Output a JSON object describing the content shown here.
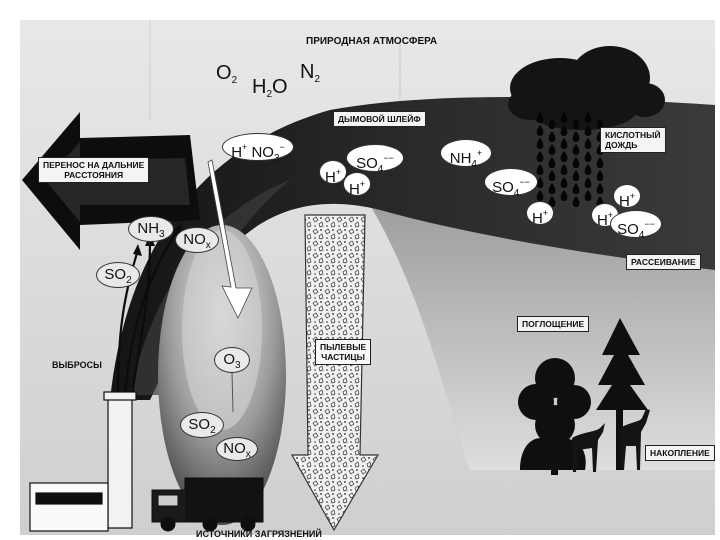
{
  "title": "ПРИРОДНАЯ АТМОСФЕРА",
  "labels": {
    "plume": "ДЫМОВОЙ ШЛЕЙФ",
    "long_range_line1": "ПЕРЕНОС НА ДАЛЬНИЕ",
    "long_range_line2": "РАССТОЯНИЯ",
    "acid_rain_line1": "КИСЛОТНЫЙ",
    "acid_rain_line2": "ДОЖДЬ",
    "dispersion": "РАССЕИВАНИЕ",
    "absorption": "ПОГЛОЩЕНИЕ",
    "dust_line1": "ПЫЛЕВЫЕ",
    "dust_line2": "ЧАСТИЦЫ",
    "emissions": "ВЫБРОСЫ",
    "accumulation": "НАКОПЛЕНИЕ",
    "sources": "ИСТОЧНИКИ ЗАГРЯЗНЕНИЙ"
  },
  "gases": {
    "o2": {
      "base": "O",
      "sub": "2"
    },
    "h2o": {
      "pre": "H",
      "sub": "2",
      "post": "O"
    },
    "n2": {
      "base": "N",
      "sub": "2"
    }
  },
  "plume_species": {
    "h_no3": {
      "h": "H",
      "h_charge": "+",
      "base": "NO",
      "sub": "3",
      "charge": "−"
    },
    "so4_center": {
      "base": "SO",
      "sub": "4",
      "charge": "−−"
    },
    "h_left_top": {
      "base": "H",
      "charge": "+"
    },
    "h_left_bottom": {
      "base": "H",
      "charge": "+"
    },
    "nh4": {
      "base": "NH",
      "sub": "4",
      "charge": "+"
    },
    "so4_right": {
      "base": "SO",
      "sub": "4",
      "charge": "−−"
    },
    "h_right": {
      "base": "H",
      "charge": "+"
    },
    "h_rain_top": {
      "base": "H",
      "charge": "+"
    },
    "h_rain_left": {
      "base": "H",
      "charge": "+"
    },
    "so4_rain": {
      "base": "SO",
      "sub": "4",
      "charge": "−−"
    }
  },
  "emission_species": {
    "nh3": {
      "base": "NH",
      "sub": "3"
    },
    "nox_top": {
      "base": "NO",
      "sub": "x"
    },
    "so2_top": {
      "base": "SO",
      "sub": "2"
    },
    "o3": {
      "base": "O",
      "sub": "3"
    },
    "so2_bottom": {
      "base": "SO",
      "sub": "2"
    },
    "nox_bottom": {
      "base": "NO",
      "sub": "x"
    }
  }
}
